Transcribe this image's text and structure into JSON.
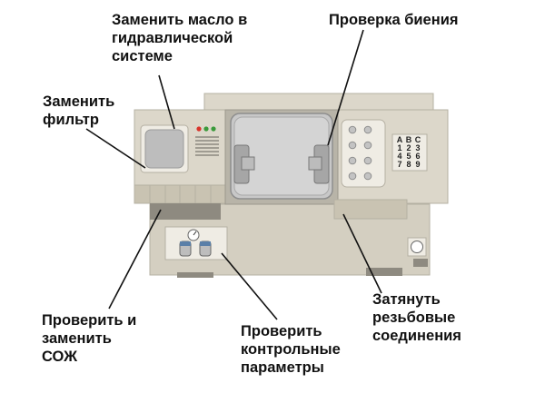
{
  "labels": {
    "replace_hydraulic_oil": "Заменить масло в\nгидравлической\nсистеме",
    "check_runout": "Проверка биения",
    "replace_filter": "Заменить\nфильтр",
    "check_replace_coolant": "Проверить и\nзаменить\nСОЖ",
    "check_control_params": "Проверить\nконтрольные\nпараметры",
    "tighten_threaded_joints": "Затянуть\nрезьбовые\nсоединения"
  },
  "keypad": {
    "keys": [
      "A",
      "B",
      "C",
      "1",
      "2",
      "3",
      "4",
      "5",
      "6",
      "7",
      "8",
      "9"
    ]
  },
  "colors": {
    "body_main": "#dcd7ca",
    "body_dark": "#c9c3b2",
    "body_shadow": "#8e8a80",
    "screen": "#bdbdbd",
    "chamber": "#c8c8c8",
    "leader_line": "#111111",
    "led_red": "#d9342b",
    "led_green": "#3a9a3a"
  }
}
